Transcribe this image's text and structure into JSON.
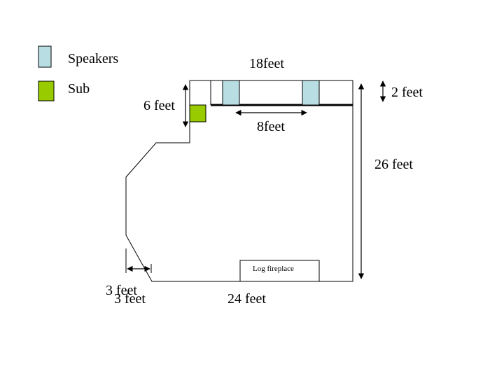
{
  "legend": {
    "speakers_label": "Speakers",
    "sub_label": "Sub",
    "speakers_color": "#b8dde2",
    "sub_color": "#99cc00"
  },
  "dimensions": {
    "top_width": "18feet",
    "alcove_height": "6 feet",
    "bar_depth": "2 feet",
    "speaker_spacing": "8feet",
    "right_wall": "26 feet",
    "bottom_wall": "24 feet",
    "corner_offset_a": "3 feet",
    "corner_offset_b": "3 feet"
  },
  "fireplace_label": "Log fireplace",
  "colors": {
    "line": "#000000",
    "speaker": "#b8dde2",
    "sub": "#99cc00"
  }
}
